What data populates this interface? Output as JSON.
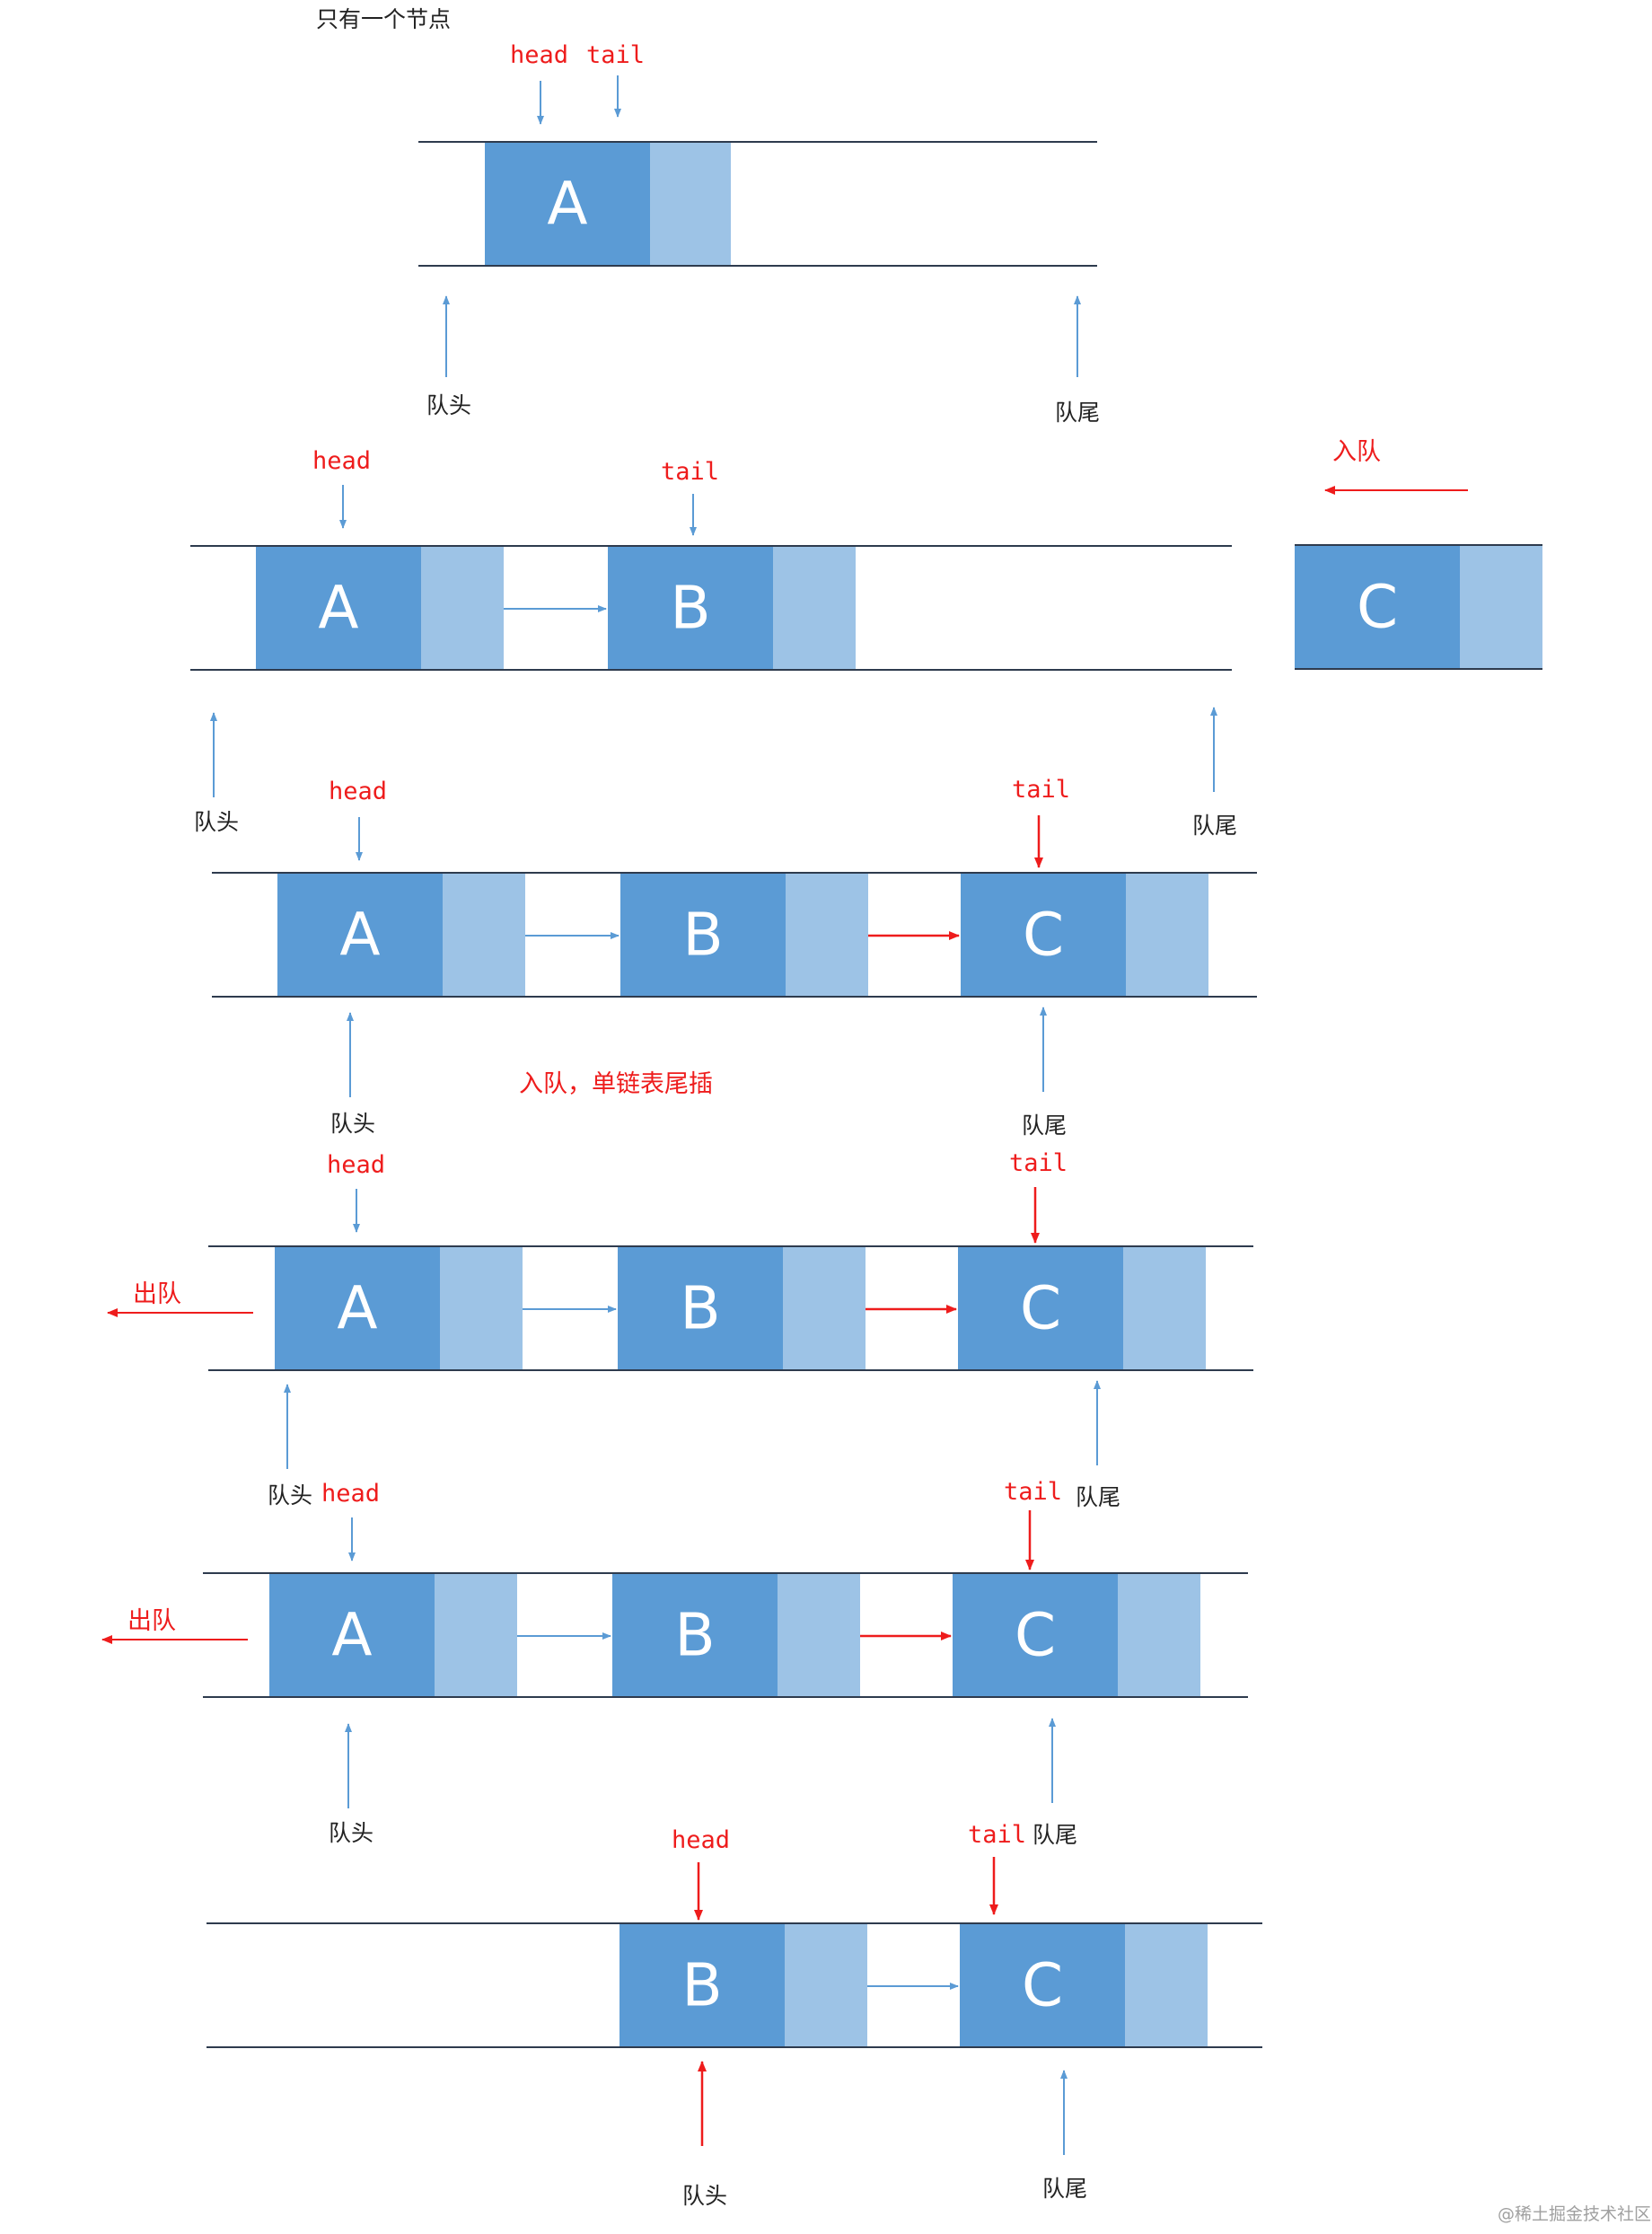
{
  "diagram": {
    "title": "只有一个节点",
    "caption_enqueue": "入队",
    "caption_tail_insert": "入队，单链表尾插",
    "caption_dequeue": "出队",
    "label_head": "head",
    "label_tail": "tail",
    "label_queue_head": "队头",
    "label_queue_tail": "队尾",
    "node_a": "A",
    "node_b": "B",
    "node_c": "C",
    "watermark": "@稀土掘金技术社区"
  },
  "colors": {
    "node_fill": "#5b9bd5",
    "pointer_fill": "#9dc3e6",
    "arrow_blue": "#5b9bd5",
    "arrow_red": "#ee1c1c"
  }
}
